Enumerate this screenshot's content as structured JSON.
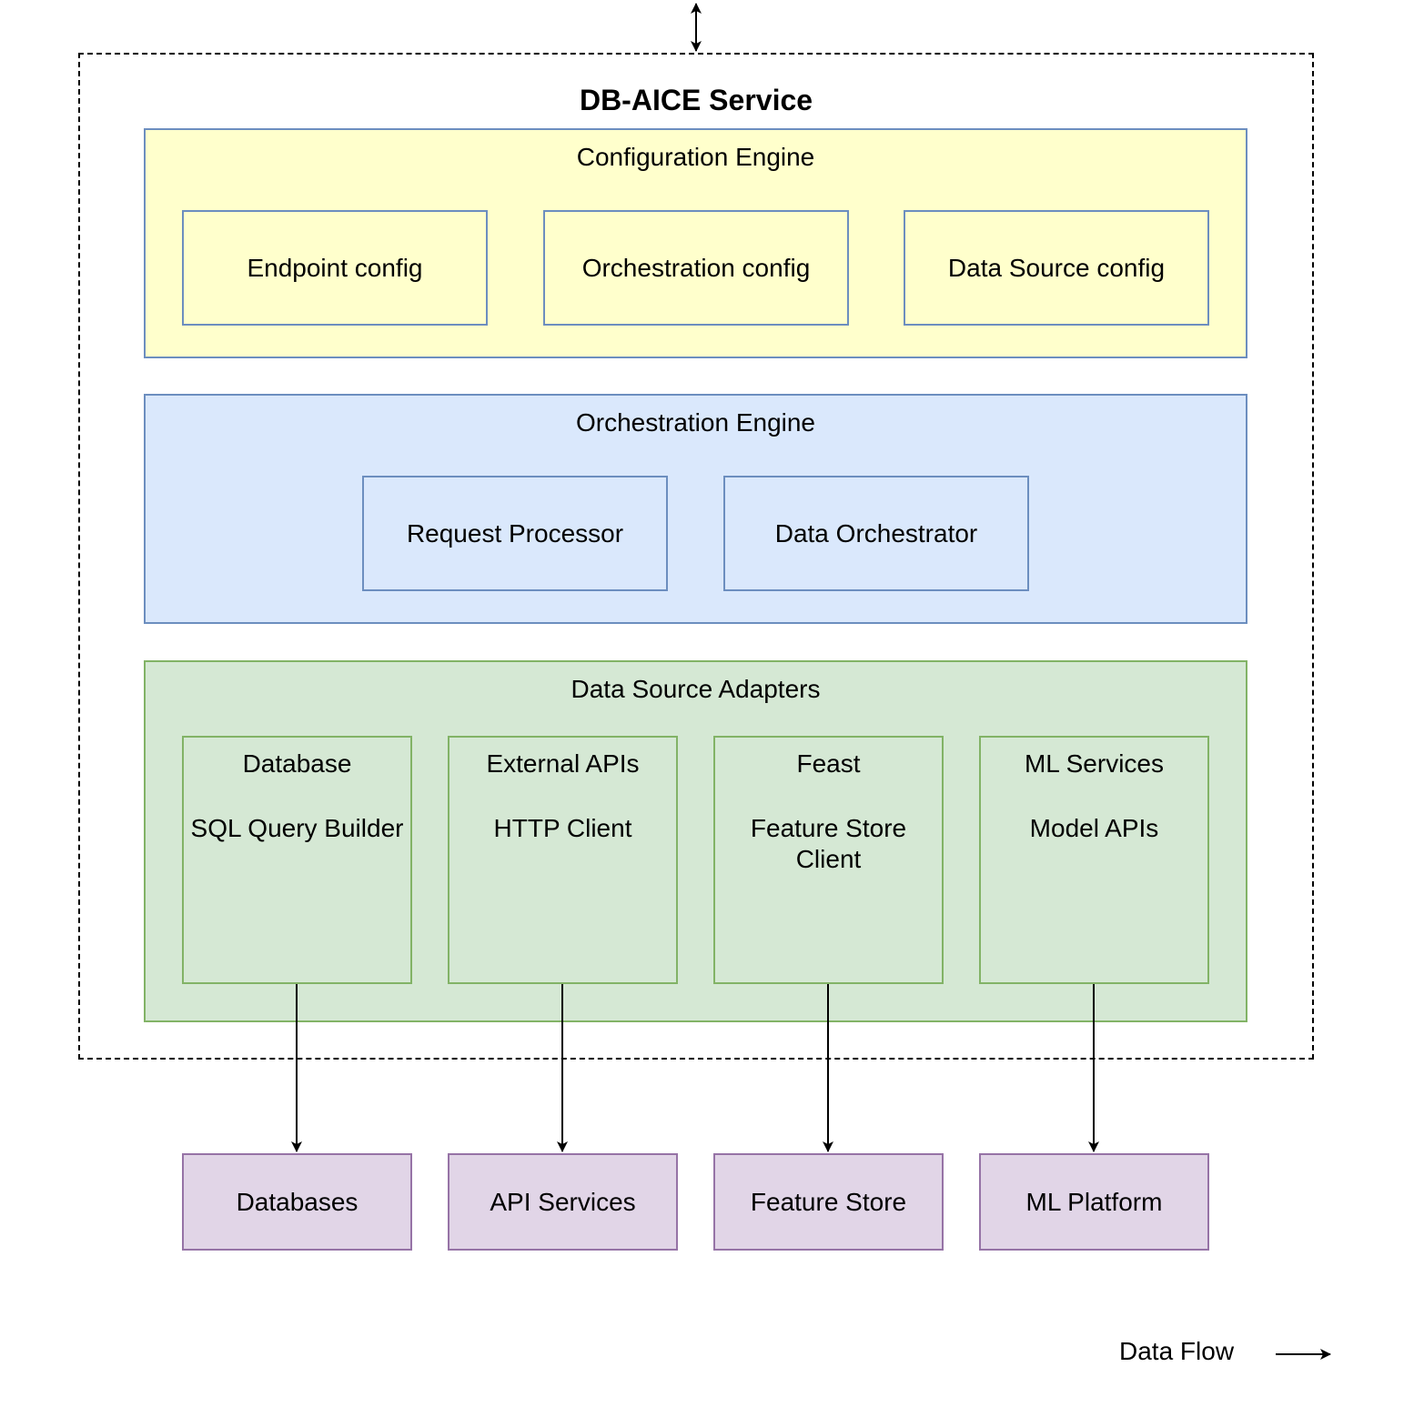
{
  "service": {
    "title": "DB-AICE Service"
  },
  "configuration_engine": {
    "title": "Configuration Engine",
    "items": [
      "Endpoint config",
      "Orchestration config",
      "Data Source config"
    ]
  },
  "orchestration_engine": {
    "title": "Orchestration Engine",
    "items": [
      "Request Processor",
      "Data Orchestrator"
    ]
  },
  "data_source_adapters": {
    "title": "Data Source Adapters",
    "items": [
      {
        "name": "Database",
        "detail": "SQL Query Builder"
      },
      {
        "name": "External APIs",
        "detail": "HTTP Client"
      },
      {
        "name": "Feast",
        "detail": "Feature Store Client"
      },
      {
        "name": "ML Services",
        "detail": "Model APIs"
      }
    ]
  },
  "external_systems": [
    "Databases",
    "API Services",
    "Feature Store",
    "ML Platform"
  ],
  "legend": {
    "label": "Data Flow"
  },
  "colors": {
    "config_fill": "#ffffcc",
    "orchestration_fill": "#dae8fc",
    "adapter_fill": "#d5e8d4",
    "external_fill": "#e1d5e7",
    "blue_stroke": "#6c8ebf",
    "green_stroke": "#82b366",
    "purple_stroke": "#9673a6"
  }
}
